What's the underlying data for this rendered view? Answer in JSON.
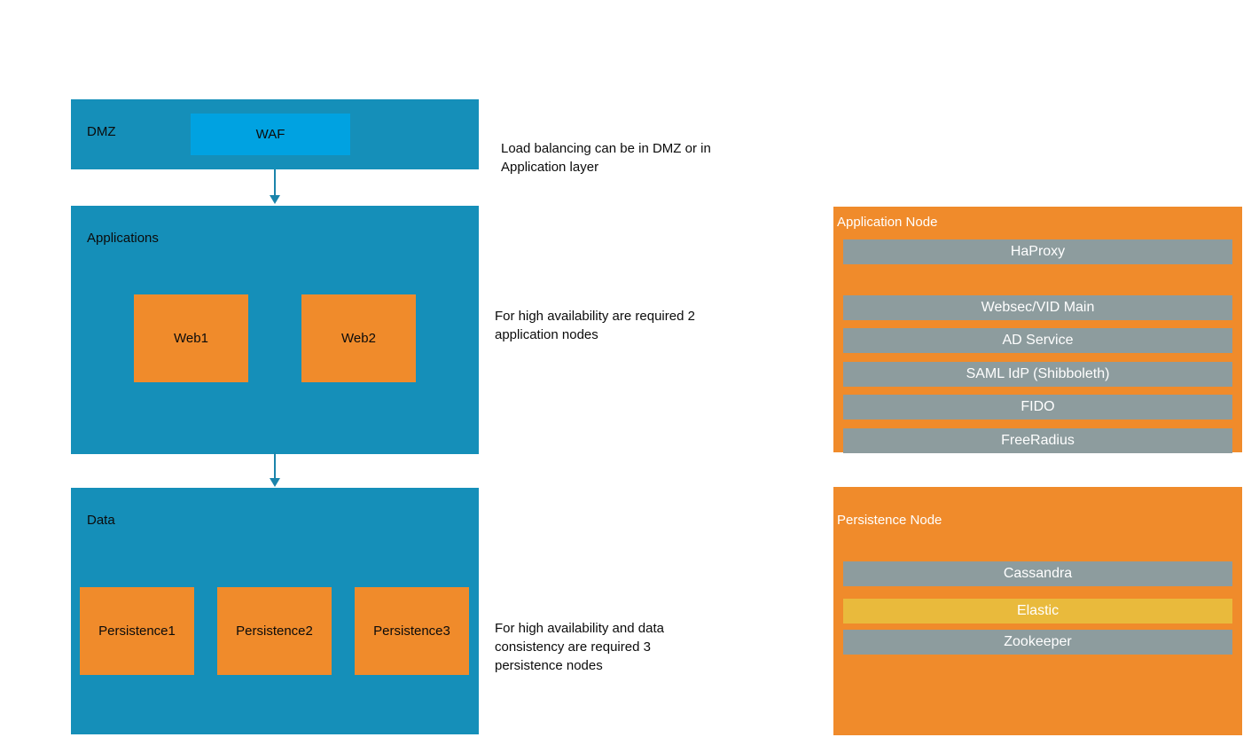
{
  "colors": {
    "layer_blue": "#158FB9",
    "waf_blue": "#00A2E1",
    "node_orange": "#F08B2B",
    "bar_gray": "#8D9C9E",
    "bar_yellow": "#E9BA3C",
    "arrow_blue": "#1B84AB"
  },
  "layers": {
    "dmz": {
      "label": "DMZ",
      "waf": "WAF"
    },
    "applications": {
      "label": "Applications",
      "nodes": [
        "Web1",
        "Web2"
      ]
    },
    "data": {
      "label": "Data",
      "nodes": [
        "Persistence1",
        "Persistence2",
        "Persistence3"
      ]
    }
  },
  "annotations": {
    "dmz": "Load balancing can be in DMZ or in Application layer",
    "applications": "For high availability are required 2 application nodes",
    "data": "For high availability and data consistency are required 3 persistence nodes"
  },
  "panels": {
    "application_node": {
      "title": "Application Node",
      "services": [
        "HaProxy",
        "Websec/VID Main",
        "AD Service",
        "SAML IdP (Shibboleth)",
        "FIDO",
        "FreeRadius"
      ]
    },
    "persistence_node": {
      "title": "Persistence Node",
      "services": [
        "Cassandra",
        "Elastic",
        "Zookeeper"
      ]
    }
  }
}
